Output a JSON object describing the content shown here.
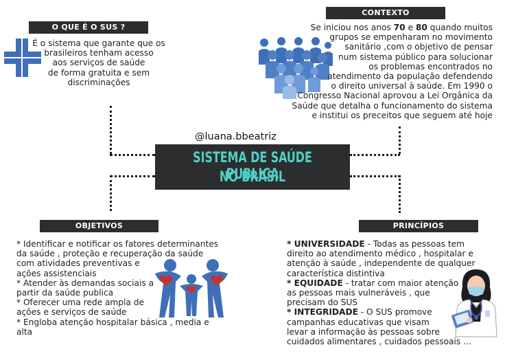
{
  "title": {
    "handle": "@luana.bbeatriz",
    "line1": "SISTEMA DE SAÚDE PUBLICA",
    "line2": "NO BRASIL"
  },
  "sections": {
    "o_que_e": {
      "label": "O QUE É O SUS ?",
      "lines": [
        "É o sistema que garante que os",
        "brasileiros tenham acesso",
        "aos serviços de saúde",
        "de forma gratuita e sem",
        "discriminações"
      ]
    },
    "contexto": {
      "label": "CONTEXTO",
      "lines": [
        {
          "pre": "Se iniciou nos anos ",
          "b1": "70",
          "mid": " e ",
          "b2": "80",
          "post": " quando muitos"
        },
        "grupos se empenharam no movimento",
        "sanitário ,com o objetivo de pensar",
        "num sistema público para solucionar",
        "os problemas encontrados no",
        "atendimento da população defendendo",
        "o direito universal à saúde. Em 1990 o",
        "Congresso Nacional aprovou a Lei Orgânica da",
        "Saúde que detalha o funcionamento do sistema",
        "e institui os preceitos que seguem até hoje"
      ]
    },
    "objetivos": {
      "label": "OBJETIVOS",
      "lines": [
        " * Identificar e notificar os fatores determinantes",
        "da saúde , proteção e recuperação da saúde",
        "com atividades preventivas e",
        "ações assistenciais",
        "* Atender às demandas sociais a",
        "partir da saúde publica",
        "* Oferecer uma rede ampla de",
        "ações e serviços de saúde",
        "* Engloba atenção hospitalar básica , media e",
        "alta"
      ]
    },
    "principios": {
      "label": "PRINCÍPIOS",
      "lines": [
        {
          "bold": " * UNIVERSIDADE",
          "rest": " - Todas as pessoas tem"
        },
        {
          "bold": "",
          "rest": "direito ao atendimento médico , hospitalar e"
        },
        {
          "bold": "",
          "rest": "atenção à saúde , independente de qualquer"
        },
        {
          "bold": "",
          "rest": "característica distintiva"
        },
        {
          "bold": "* EQUIDADE",
          "rest": " - tratar com maior atenção"
        },
        {
          "bold": "",
          "rest": " as pessoas mais vulneráveis , que"
        },
        {
          "bold": "",
          "rest": " precisam do SUS"
        },
        {
          "bold": " * INTEGRIDADE",
          "rest": " - O SUS promove"
        },
        {
          "bold": "",
          "rest": "campanhas educativas que visam"
        },
        {
          "bold": "",
          "rest": " levar a informação às pessoas sobre"
        },
        {
          "bold": "",
          "rest": "cuidados alimentares , cuidados pessoais ..."
        }
      ]
    }
  },
  "icons": [
    "sus-cross-logo",
    "people-group-icon",
    "family-hearts-icon",
    "doctor-illustration"
  ],
  "colors": {
    "label_bg": "#2b2d2f",
    "title_text": "#4fd1c5",
    "icon_blue": "#3f6fb6",
    "heart_red": "#c9302c"
  }
}
